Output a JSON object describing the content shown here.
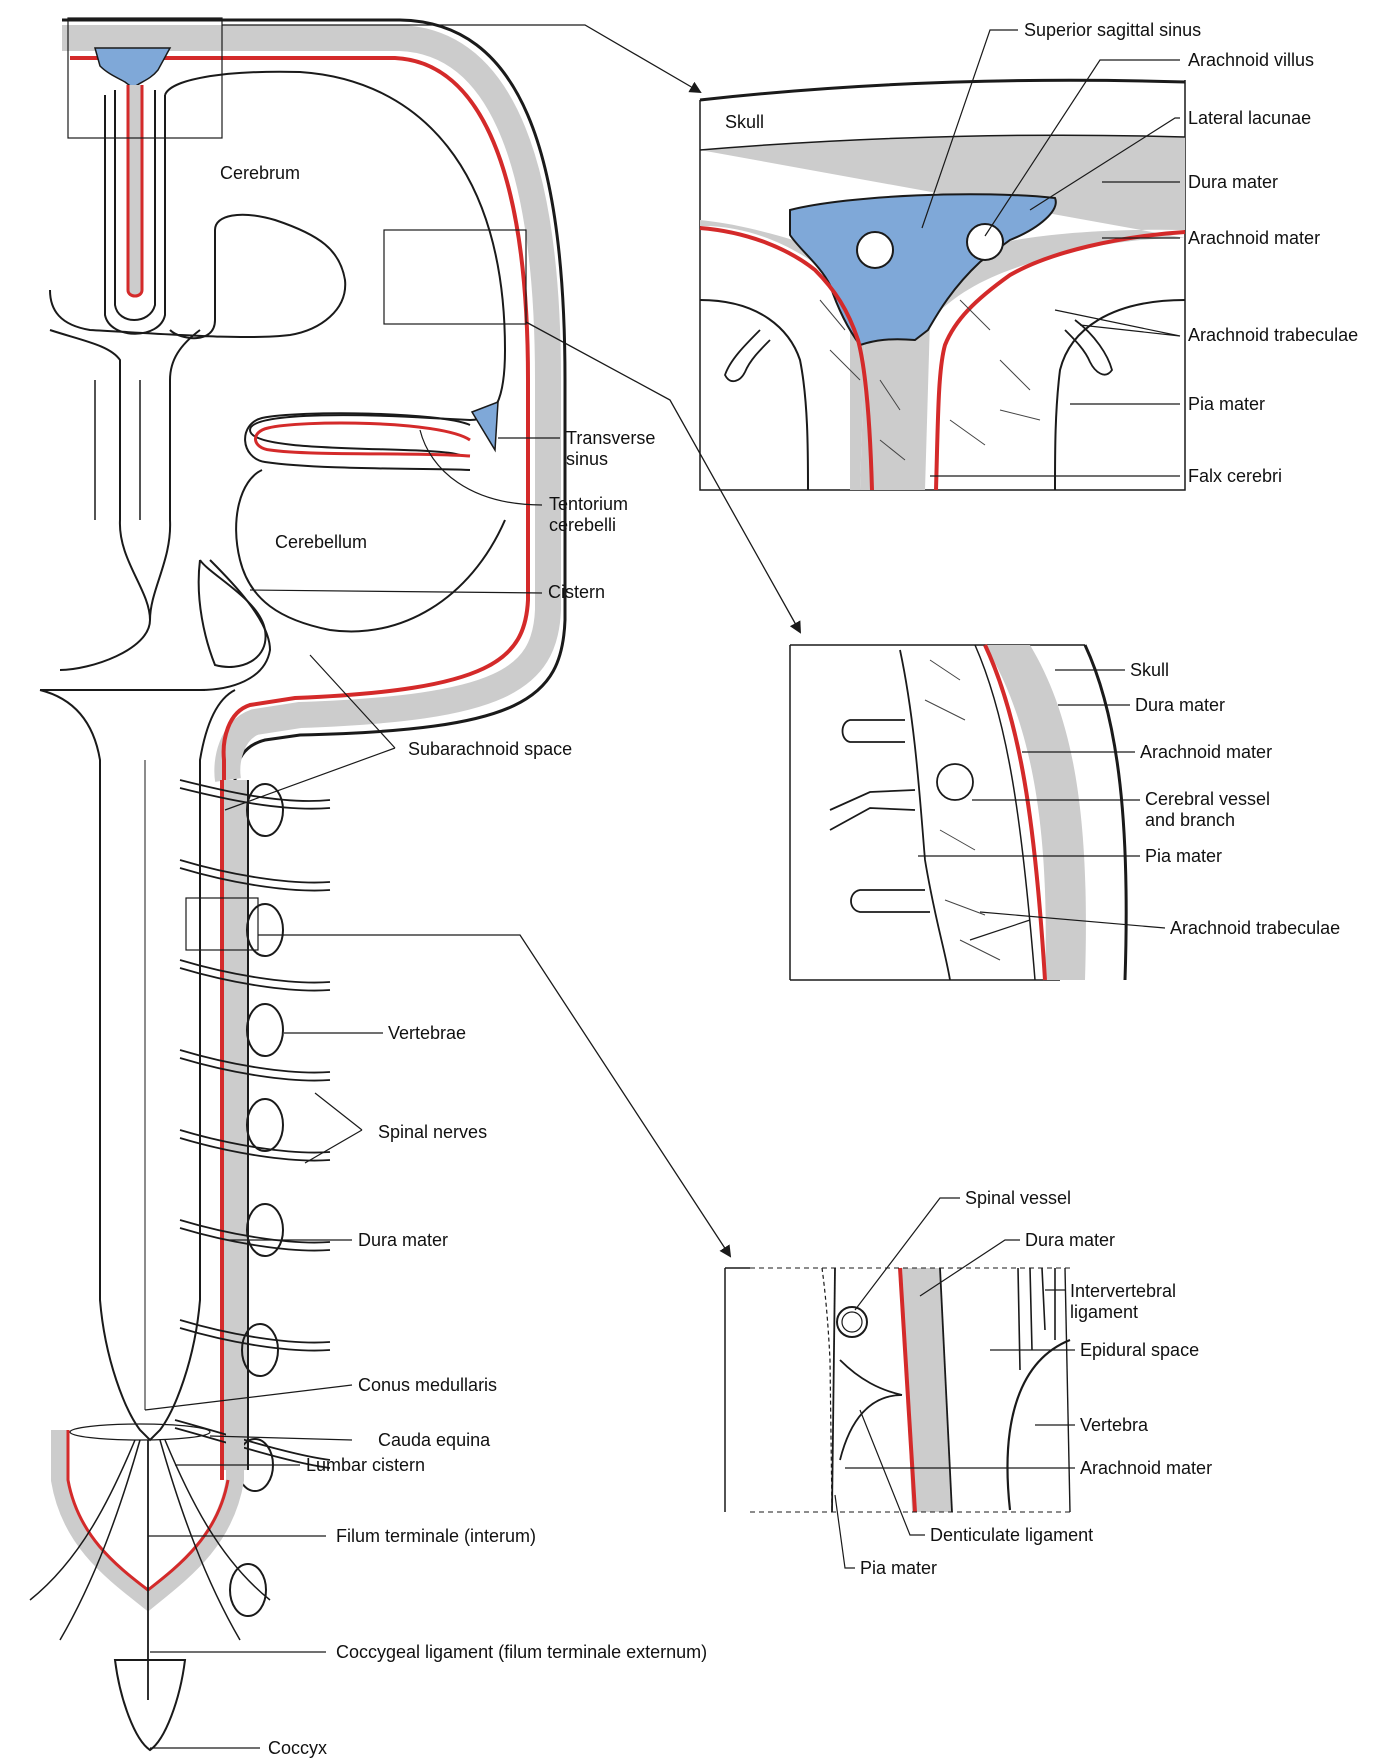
{
  "colors": {
    "dura": "#cccccc",
    "sinus": "#7fa8d8",
    "arachnoid": "#d42a2a",
    "line": "#1a1a1a",
    "background": "#ffffff"
  },
  "main_diagram": {
    "regions": {
      "cerebrum": "Cerebrum",
      "cerebellum": "Cerebellum"
    },
    "labels": {
      "transverse_sinus": "Transverse sinus",
      "tentorium_cerebelli": "Tentorium cerebelli",
      "cistern": "Cistern",
      "subarachnoid_space": "Subarachnoid space",
      "vertebrae": "Vertebrae",
      "spinal_nerves": "Spinal nerves",
      "dura_mater": "Dura mater",
      "conus_medullaris": "Conus medullaris",
      "cauda_equina": "Cauda equina",
      "lumbar_cistern": "Lumbar cistern",
      "filum_terminale_interum": "Filum terminale (interum)",
      "coccygeal_ligament": "Coccygeal ligament (filum terminale externum)",
      "coccyx": "Coccyx"
    }
  },
  "inset_sinus": {
    "skull": "Skull",
    "superior_sagittal_sinus": "Superior sagittal sinus",
    "arachnoid_villus": "Arachnoid villus",
    "lateral_lacunae": "Lateral lacunae",
    "dura_mater": "Dura mater",
    "arachnoid_mater": "Arachnoid mater",
    "arachnoid_trabeculae": "Arachnoid trabeculae",
    "pia_mater": "Pia mater",
    "falx_cerebri": "Falx cerebri"
  },
  "inset_cortex": {
    "skull": "Skull",
    "dura_mater": "Dura mater",
    "arachnoid_mater": "Arachnoid mater",
    "cerebral_vessel": "Cerebral vessel and branch",
    "pia_mater": "Pia mater",
    "arachnoid_trabeculae": "Arachnoid trabeculae"
  },
  "inset_spinal": {
    "spinal_vessel": "Spinal vessel",
    "dura_mater": "Dura mater",
    "intervertebral_ligament": "Intervertebral ligament",
    "epidural_space": "Epidural space",
    "vertebra": "Vertebra",
    "arachnoid_mater": "Arachnoid mater",
    "denticulate_ligament": "Denticulate ligament",
    "pia_mater": "Pia mater"
  }
}
